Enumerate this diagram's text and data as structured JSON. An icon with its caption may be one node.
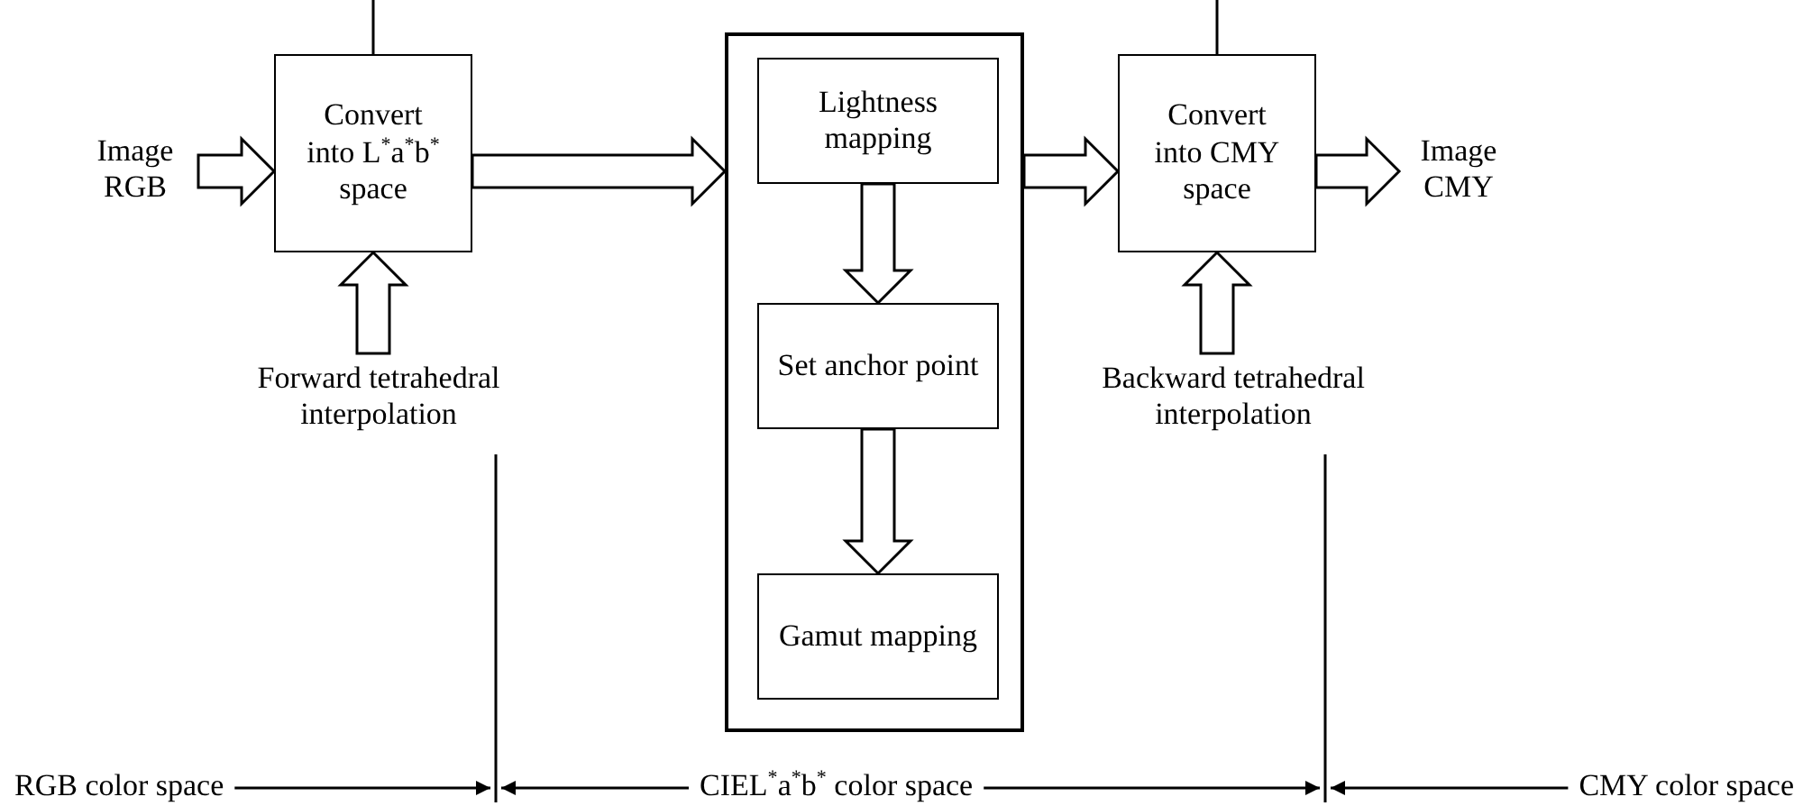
{
  "diagram": {
    "nodes": [
      {
        "text": [
          "Image RGB"
        ]
      },
      {
        "text": [
          "Convert into L$^{*}$a$^{*}$b$^{*}$ space"
        ]
      },
      {
        "text": [
          "Forward tetrahedral interpolation"
        ]
      },
      {
        "text": [],
        "shape": "box"
      },
      {
        "text": [
          "Lightness mapping"
        ],
        "in": 3
      },
      {
        "text": [
          "Set anchor point"
        ],
        "in": 3
      },
      {
        "text": [
          "Gamut mapping"
        ],
        "in": 3
      },
      {
        "text": [
          "Convert into CMY space"
        ]
      },
      {
        "text": [
          "Backward tetrahedral interpolation"
        ]
      },
      {
        "text": [
          "Image CMY"
        ]
      }
    ],
    "edges": [
      {
        "from": 0,
        "to": 1,
        "arrow": "to"
      },
      {
        "from": null,
        "to": 1,
        "arrow": "none"
      },
      {
        "from": 2,
        "to": 1,
        "arrow": "to"
      },
      {
        "from": 1,
        "to": 3,
        "arrow": "to"
      },
      {
        "from": 4,
        "to": 5,
        "arrow": "to"
      },
      {
        "from": 5,
        "to": 6,
        "arrow": "to"
      },
      {
        "from": 3,
        "to": 7,
        "arrow": "to"
      },
      {
        "from": null,
        "to": 7,
        "arrow": "none"
      },
      {
        "from": 8,
        "to": 7,
        "arrow": "to"
      },
      {
        "from": 7,
        "to": 9,
        "arrow": "to"
      }
    ],
    "labels": [
      "RGB color space",
      "CIEL$^{*}$a$^{*}$b$^{*}$ color space",
      "CMY color space"
    ]
  }
}
